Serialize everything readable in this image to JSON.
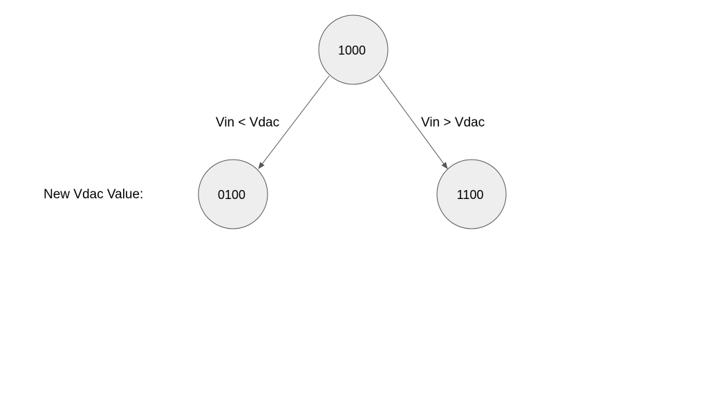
{
  "nodes": {
    "root": {
      "label": "1000"
    },
    "left": {
      "label": "0100"
    },
    "right": {
      "label": "1100"
    }
  },
  "edges": {
    "left": {
      "label": "Vin < Vdac"
    },
    "right": {
      "label": "Vin > Vdac"
    }
  },
  "row_label": "New Vdac Value:",
  "colors": {
    "node_fill": "#eeeeee",
    "node_stroke": "#555555",
    "edge_stroke": "#555555",
    "text": "#000000"
  }
}
